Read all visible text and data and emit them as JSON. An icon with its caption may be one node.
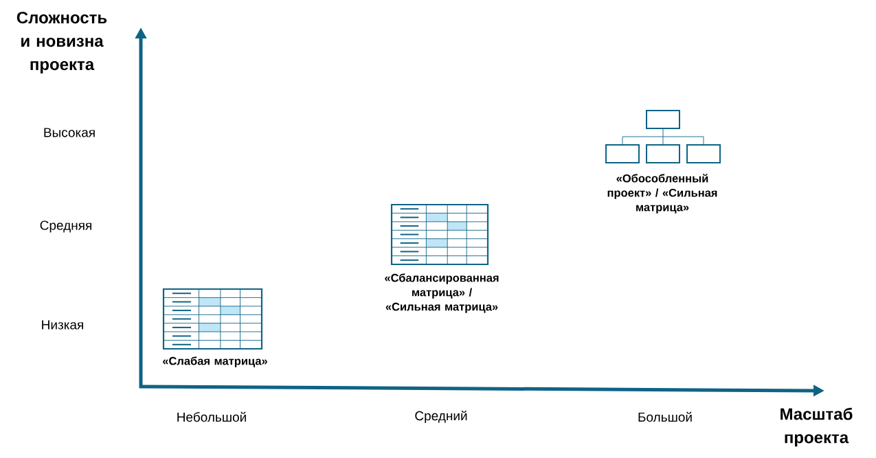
{
  "diagram": {
    "nodes": [
      {
        "text": [
          "«Слабая матрица»"
        ]
      },
      {
        "text": [
          "«Сбалансированная матрица» / «Сильная матрица»"
        ]
      },
      {
        "text": [
          "«Обособленный проект» / «Сильная матрица»"
        ]
      }
    ],
    "labels": [
      "Сложность и новизна проекта",
      "Высокая",
      "Средняя",
      "Низкая",
      "Небольшой",
      "Средний",
      "Большой",
      "Масштаб проекта"
    ]
  }
}
